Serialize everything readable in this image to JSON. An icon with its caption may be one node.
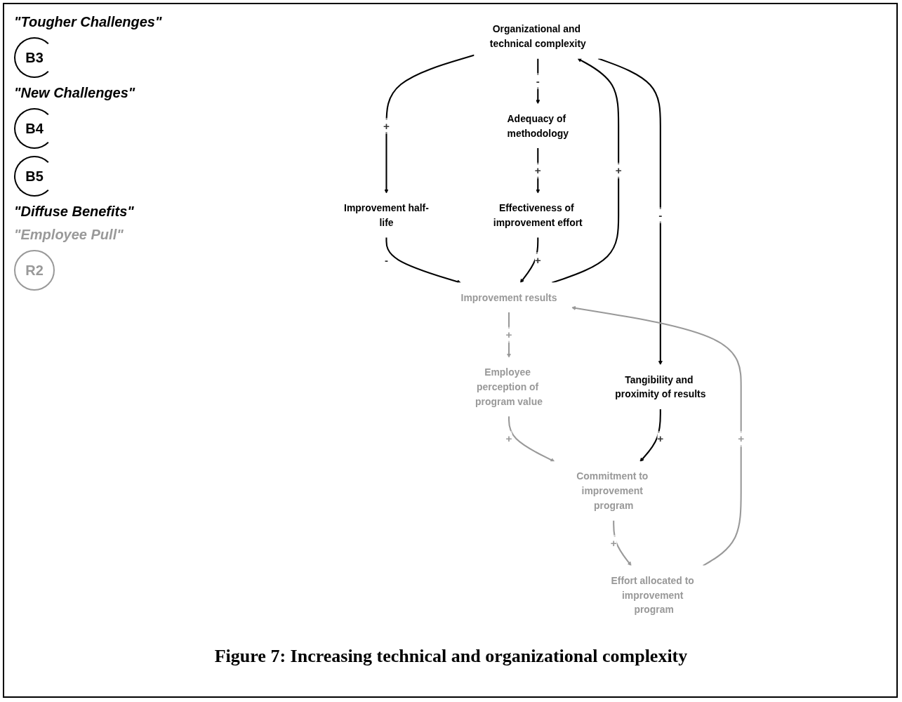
{
  "diagram": {
    "caption": "Figure 7: Increasing technical and organizational complexity",
    "nodes": [
      {
        "text": [
          "Organizational and technical complexity"
        ]
      },
      {
        "text": [
          "Adequacy of methodology"
        ]
      },
      {
        "text": [
          "Improvement half-life"
        ]
      },
      {
        "text": [
          "Effectiveness of improvement effort"
        ]
      },
      {
        "text": [
          "Improvement results"
        ]
      },
      {
        "text": [
          "Tangibility and proximity of results"
        ]
      },
      {
        "text": [
          "Employee perception of program value"
        ]
      },
      {
        "text": [
          "Effort allocated to improvement program"
        ]
      },
      {
        "text": [
          "Commitment to improvement program"
        ]
      }
    ],
    "edges": [
      {
        "from": 0,
        "to": 2,
        "arrow": "to",
        "label": "+"
      },
      {
        "from": 0,
        "to": 1,
        "arrow": "to",
        "label": "-"
      },
      {
        "from": 0,
        "to": 5,
        "arrow": "to",
        "label": "-"
      },
      {
        "from": 1,
        "to": 3,
        "arrow": "to",
        "label": "+"
      },
      {
        "from": 2,
        "to": 4,
        "arrow": "to",
        "label": "-"
      },
      {
        "from": 3,
        "to": 4,
        "arrow": "to",
        "label": "+"
      },
      {
        "from": 4,
        "to": 0,
        "arrow": "to",
        "label": "+"
      },
      {
        "from": 4,
        "to": 6,
        "arrow": "to",
        "label": "+",
        "color": "#999999"
      },
      {
        "from": 6,
        "to": 8,
        "arrow": "to",
        "label": "+",
        "color": "#999999"
      },
      {
        "from": 8,
        "to": 7,
        "arrow": "to",
        "label": "+",
        "color": "#999999"
      },
      {
        "from": 7,
        "to": 4,
        "arrow": "to",
        "label": "+",
        "color": "#999999"
      },
      {
        "from": 5,
        "to": 8,
        "arrow": "to",
        "label": "+"
      }
    ],
    "labels": [
      "\"Tougher Challenges\"",
      "B3",
      "\"New Challenges\"",
      "B4",
      "B5",
      "\"Diffuse Benefits\"",
      "\"Employee Pull\"",
      "R2"
    ]
  }
}
